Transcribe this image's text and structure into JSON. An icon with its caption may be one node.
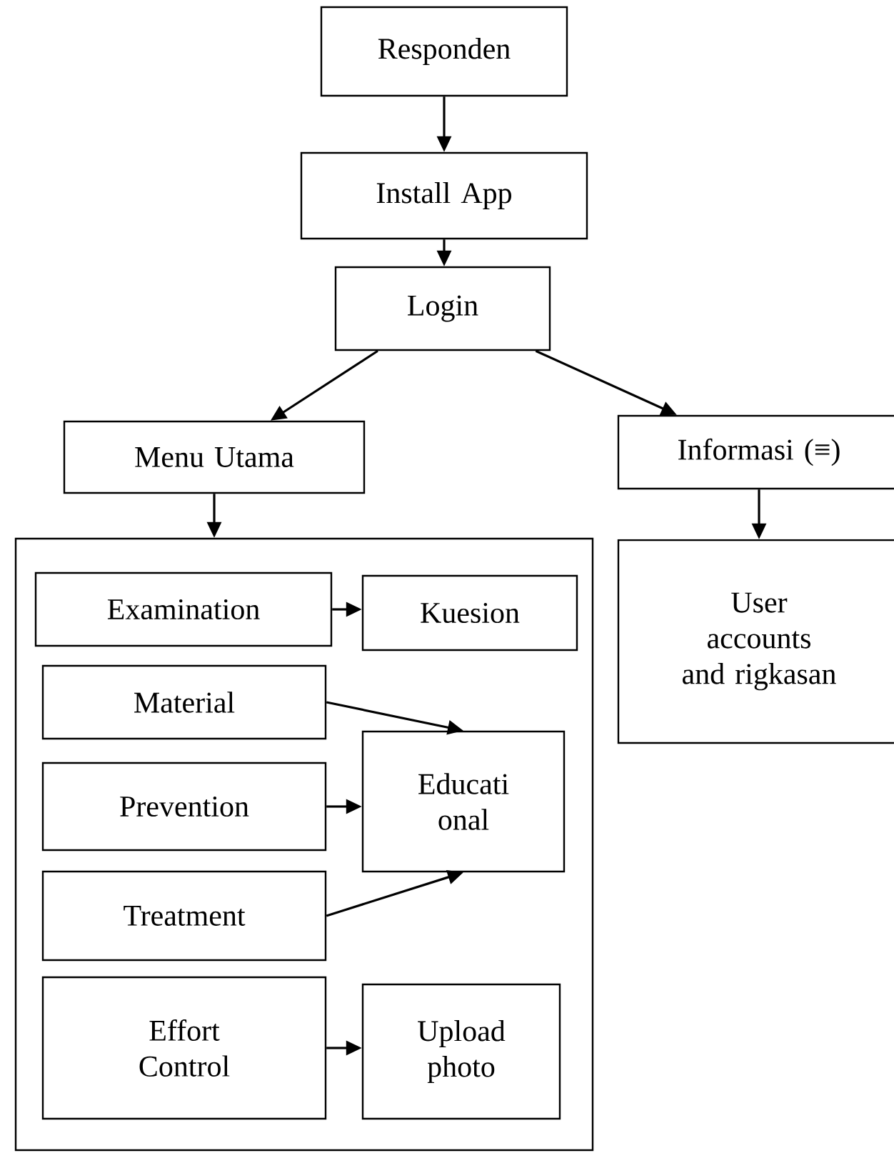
{
  "diagram": {
    "nodes": [
      {
        "text": [
          "Responden"
        ]
      },
      {
        "text": [
          "Install App"
        ]
      },
      {
        "text": [
          "Login"
        ]
      },
      {
        "text": [
          "Menu Utama"
        ]
      },
      {
        "text": [
          "Informasi (≡)"
        ]
      },
      {
        "text": [],
        "shape": "box"
      },
      {
        "text": [
          "User accounts and rigkasan"
        ]
      },
      {
        "text": [
          "Examination"
        ],
        "in": 5
      },
      {
        "text": [
          "Kuesion"
        ],
        "in": 5
      },
      {
        "text": [
          "Material"
        ],
        "in": 5
      },
      {
        "text": [
          "Educati onal"
        ],
        "in": 5
      },
      {
        "text": [
          "Prevention"
        ],
        "in": 5
      },
      {
        "text": [
          "Treatment"
        ],
        "in": 5
      },
      {
        "text": [
          "Effort Control"
        ],
        "in": 5
      },
      {
        "text": [
          "Upload photo"
        ],
        "in": 5
      }
    ],
    "edges": [
      {
        "from": 0,
        "to": 1,
        "arrow": "to"
      },
      {
        "from": 1,
        "to": 2,
        "arrow": "to"
      },
      {
        "from": 2,
        "to": 3,
        "arrow": "to"
      },
      {
        "from": 2,
        "to": 4,
        "arrow": "to"
      },
      {
        "from": 3,
        "to": 5,
        "arrow": "to"
      },
      {
        "from": 4,
        "to": 6,
        "arrow": "to"
      },
      {
        "from": 7,
        "to": 8,
        "arrow": "to"
      },
      {
        "from": 9,
        "to": 10,
        "arrow": "to"
      },
      {
        "from": 11,
        "to": 10,
        "arrow": "to"
      },
      {
        "from": 12,
        "to": 10,
        "arrow": "to"
      },
      {
        "from": 13,
        "to": 14,
        "arrow": "to"
      }
    ]
  }
}
